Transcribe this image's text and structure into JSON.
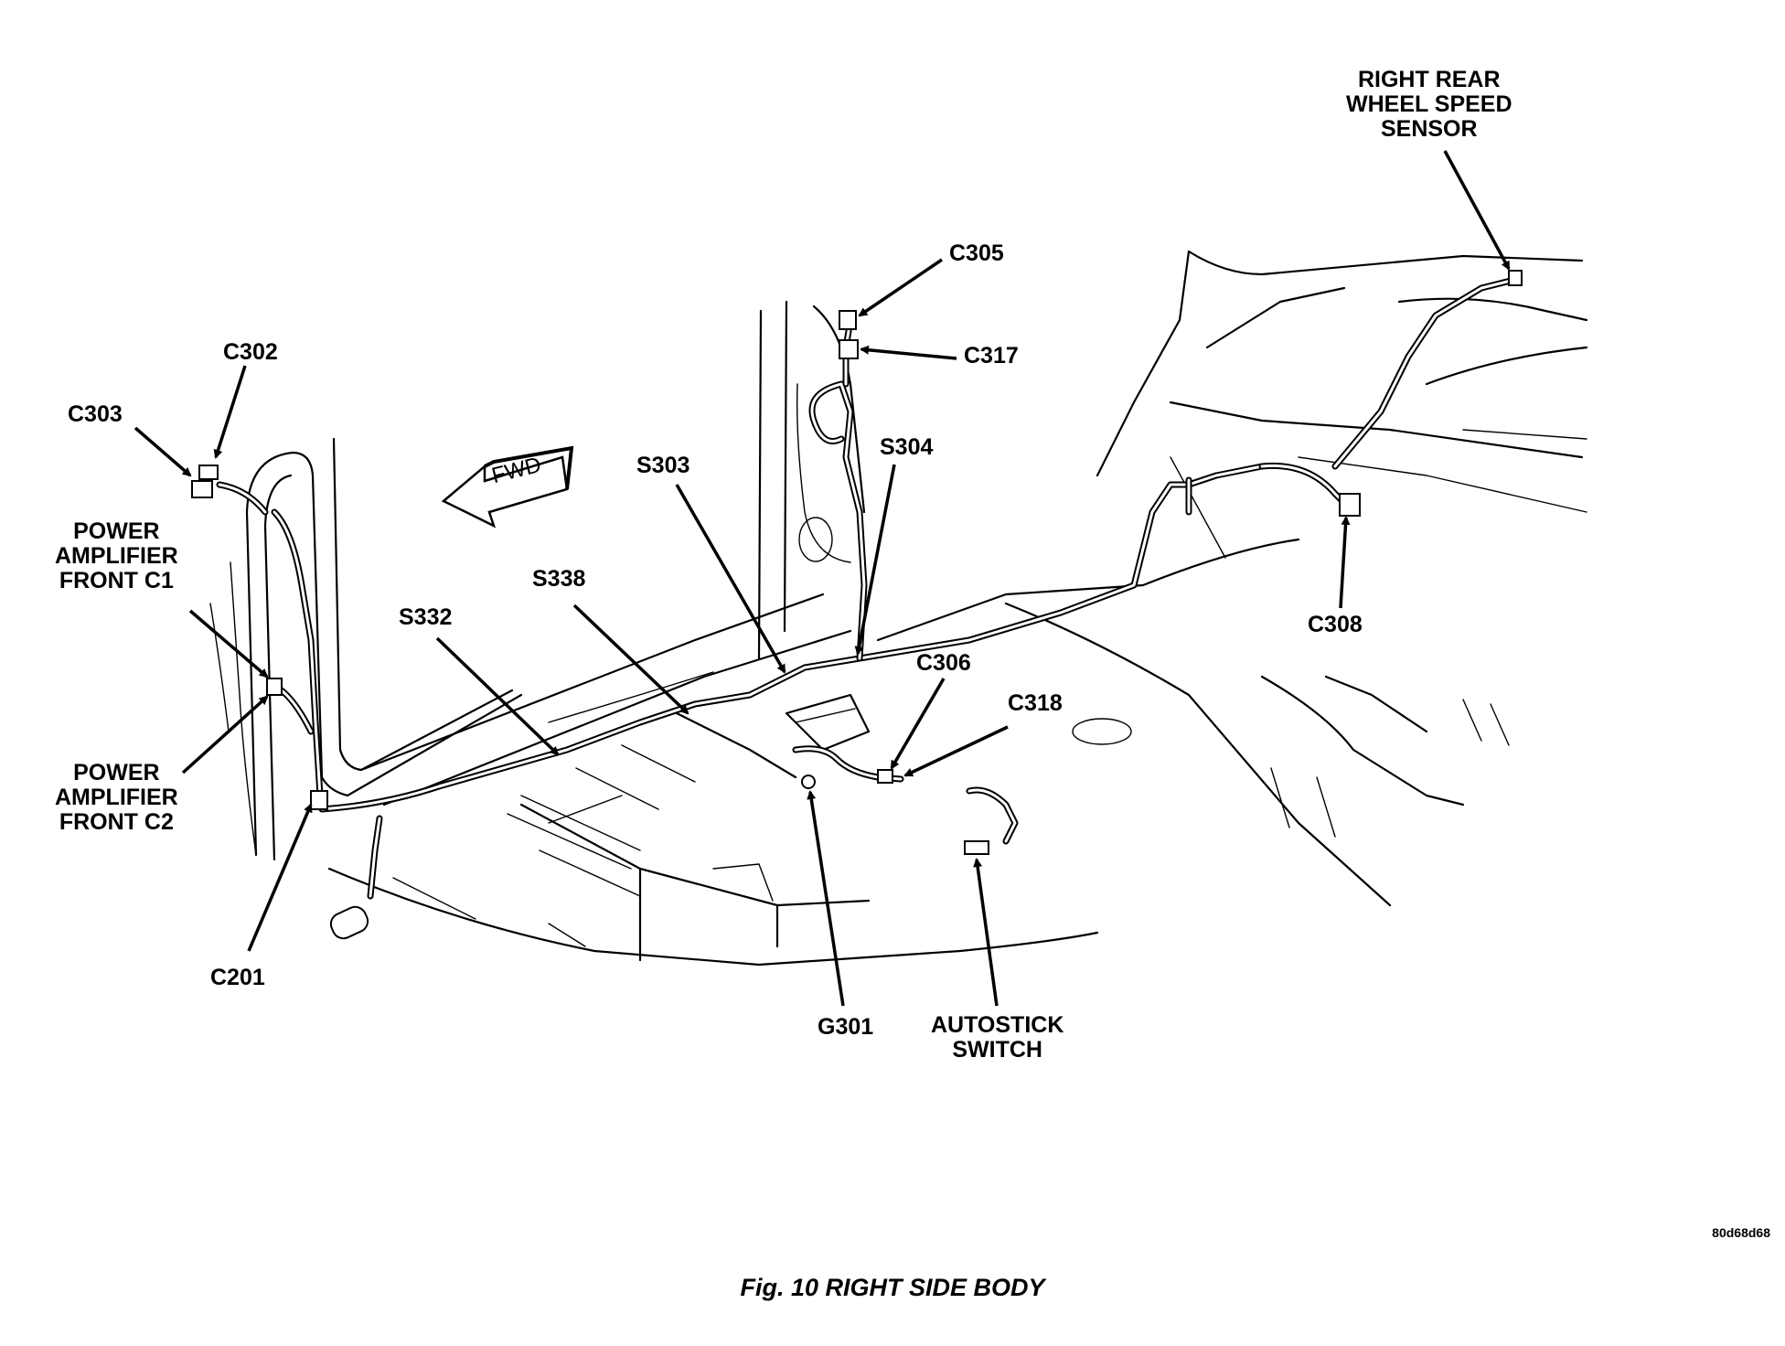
{
  "figure": {
    "caption": "Fig. 10 RIGHT SIDE BODY",
    "figure_id": "80d68d68",
    "direction_arrow": "FWD"
  },
  "callouts": [
    {
      "id": "c302",
      "text": "C302"
    },
    {
      "id": "c303",
      "text": "C303"
    },
    {
      "id": "pa-front-c1",
      "text": "POWER\nAMPLIFIER\nFRONT C1"
    },
    {
      "id": "pa-front-c2",
      "text": "POWER\nAMPLIFIER\nFRONT C2"
    },
    {
      "id": "c201",
      "text": "C201"
    },
    {
      "id": "s332",
      "text": "S332"
    },
    {
      "id": "s338",
      "text": "S338"
    },
    {
      "id": "s303",
      "text": "S303"
    },
    {
      "id": "s304",
      "text": "S304"
    },
    {
      "id": "c305",
      "text": "C305"
    },
    {
      "id": "c317",
      "text": "C317"
    },
    {
      "id": "c306",
      "text": "C306"
    },
    {
      "id": "c318",
      "text": "C318"
    },
    {
      "id": "g301",
      "text": "G301"
    },
    {
      "id": "autostick",
      "text": "AUTOSTICK\nSWITCH"
    },
    {
      "id": "c308",
      "text": "C308"
    },
    {
      "id": "rr-wss",
      "text": "RIGHT REAR\nWHEEL SPEED\nSENSOR"
    }
  ]
}
